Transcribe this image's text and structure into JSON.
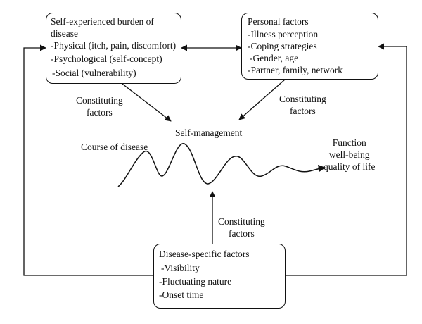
{
  "boxes": {
    "burden": {
      "title_line1": "Self-experienced burden of",
      "title_line2": "disease",
      "items": [
        "-Physical (itch, pain, discomfort)",
        "-Psychological (self-concept)",
        "-Social (vulnerability)"
      ]
    },
    "personal": {
      "title": "Personal factors",
      "items": [
        "-Illness perception",
        "-Coping strategies",
        "-Gender, age",
        "-Partner, family, network"
      ]
    },
    "disease_specific": {
      "title": "Disease-specific factors",
      "items": [
        "-Visibility",
        "-Fluctuating nature",
        "-Onset time"
      ]
    }
  },
  "labels": {
    "constituting_left": [
      "Constituting",
      "factors"
    ],
    "constituting_right": [
      "Constituting",
      "factors"
    ],
    "constituting_bottom": [
      "Constituting",
      "factors"
    ],
    "self_management": "Self-management",
    "course_of_disease": "Course of disease",
    "outcome": [
      "Function",
      "well-being",
      "quality of life"
    ]
  },
  "colors": {
    "line": "#111111",
    "background": "#ffffff"
  }
}
